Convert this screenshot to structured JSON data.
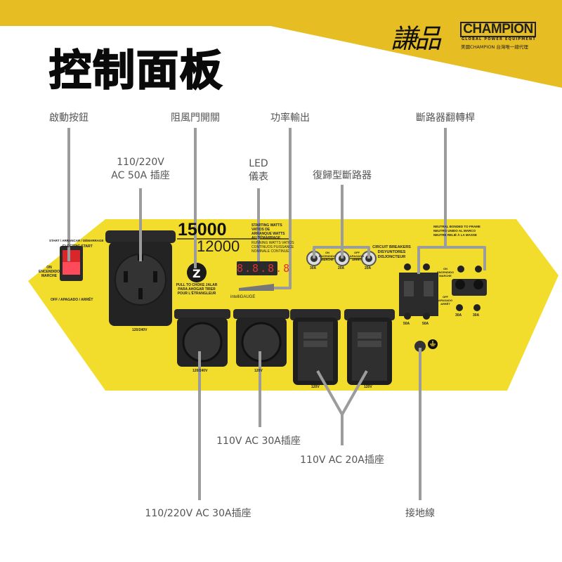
{
  "title": "控制面板",
  "brand": {
    "chinese_logo": "謙品",
    "name": "CHAMPION",
    "tagline": "GLOBAL POWER EQUIPMENT",
    "distributor": "美國CHAMPION 台灣唯一總代理"
  },
  "colors": {
    "band": "#E6BD22",
    "panel": "#F3DD2C",
    "leader": "#9C9C9C"
  },
  "callouts": {
    "start_button": "啟動按鈕",
    "outlet_50a_line1": "110/220V",
    "outlet_50a_line2": "AC 50A 插座",
    "choke": "阻風門開關",
    "power_output": "功率輸出",
    "led_line1": "LED",
    "led_line2": "儀表",
    "reset_breaker": "復歸型斷路器",
    "breaker_lever": "斷路器翻轉桿",
    "outlet_30a_110": "110V AC 30A插座",
    "outlet_20a": "110V AC 20A插座",
    "outlet_30a_220": "110/220V AC 30A插座",
    "ground": "接地線"
  },
  "panel": {
    "electric_start": "ELECTRIC START",
    "start_text": "START / ARRANCAR / DÉMARRAGE",
    "on_text": "ON ENCENDIDO MARCHE",
    "off_text": "OFF / APAGADO / ARRÊT",
    "starting_watts": "15000",
    "starting_watts_label": "STARTING WATTS VATIOS DE ARRANQUE WATTS AU DÉMARRAGE",
    "running_watts": "12000",
    "running_watts_label": "RUNNING WATTS VATIOS CONTINUOS PUISSANCE NOMINALE CONTINUE",
    "choke_text": "PULL TO CHOKE JALAR PARA AHOGAR TIRER POUR L'ÉTRANGLEUR",
    "led_value": "8.8.8.8",
    "gauge_brand": "intelliGAUGE",
    "outlet_50a_label": "120/240V",
    "outlet_30a_220_label": "120/240V",
    "outlet_30a_110_label": "120V",
    "gfci_label": "120V",
    "cb_title": "CIRCUIT BREAKERS DISYUNTORES DISJONCTEUR",
    "cb_on": "ON ENCENDIDO MARCHE",
    "cb_off": "OFF APAGADO ARRÊT",
    "cb_ratings": [
      "30A",
      "20A",
      "20A"
    ],
    "neutral": "NEUTRAL BONDED TO FRAME NEUTRO UNIDO AL MARCO NEUTRE RELIÉ À LA MASSE",
    "main_ratings": [
      "50A",
      "50A"
    ],
    "right_ratings": [
      "30A",
      "30A"
    ],
    "main_on": "ON ENCENDIDO MARCHE",
    "main_off": "OFF APAGADO ARRÊT"
  }
}
